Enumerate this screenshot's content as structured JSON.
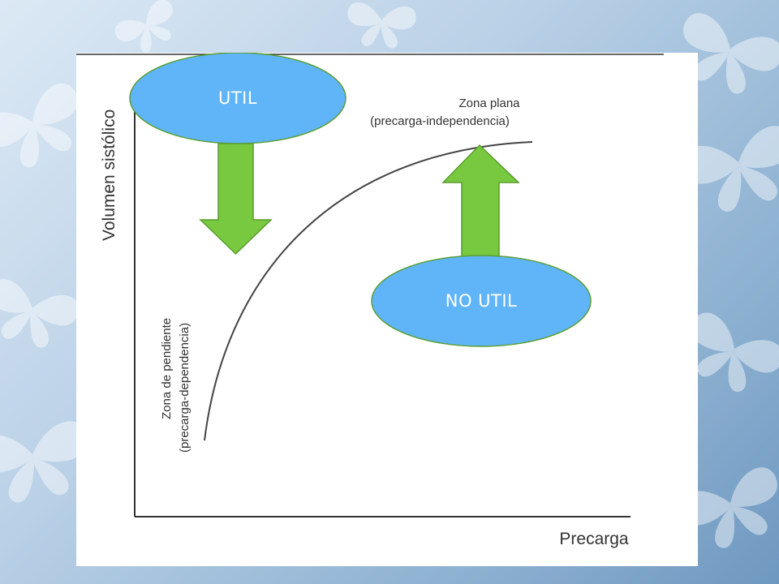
{
  "diagram": {
    "y_axis_label": "Volumen sistólico",
    "x_axis_label": "Precarga",
    "flat_zone": {
      "line1": "Zona plana",
      "line2": "(precarga-independencia)"
    },
    "dependent_zone": {
      "line1": "Zona de pendiente",
      "line2": "(precarga-dependencia)"
    },
    "callouts": [
      {
        "label": "UTIL",
        "arrow_direction": "down"
      },
      {
        "label": "NO UTIL",
        "arrow_direction": "up"
      }
    ]
  },
  "colors": {
    "callout_fill": "#60b4f8",
    "callout_stroke": "#5aa032",
    "arrow_fill": "#78c840",
    "arrow_stroke": "#5a9c2e",
    "axis": "#333333",
    "curve": "#444444",
    "background_top": "#dce9f5",
    "background_bottom": "#6f98c0"
  },
  "background": {
    "motif": "butterfly-silhouettes"
  }
}
